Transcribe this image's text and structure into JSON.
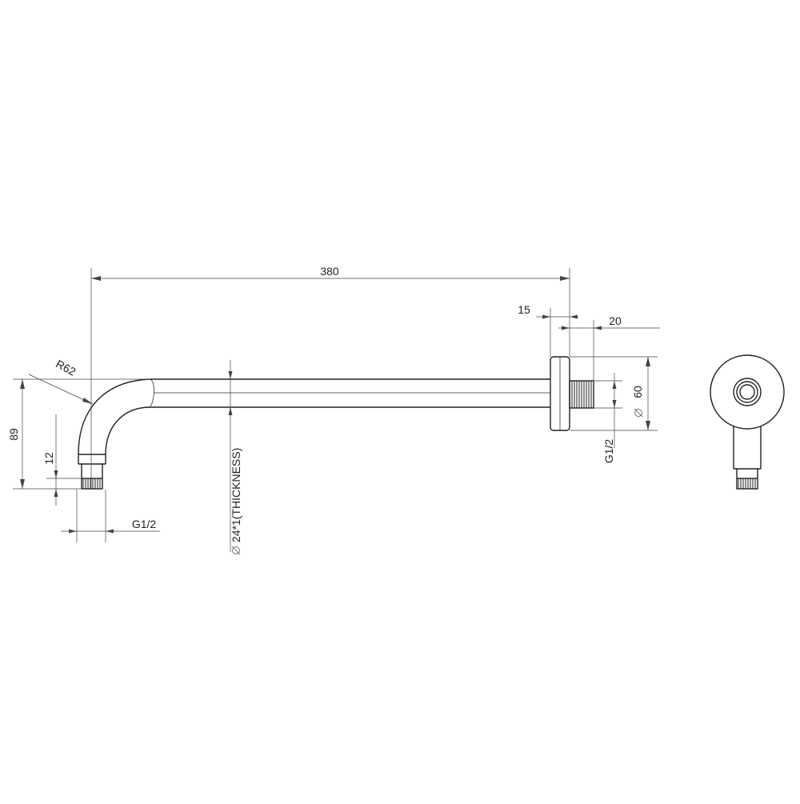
{
  "dimensions": {
    "overall_length": "380",
    "flange_thickness": "15",
    "thread_length_side": "20",
    "flange_diameter": "60",
    "thread_side": "G1/2",
    "bend_radius": "R62",
    "height": "89",
    "thread_length_bottom": "12",
    "thread_bottom": "G1/2",
    "tube": "24*1(THICKNESS)"
  },
  "icons": {
    "diameter_symbol": "diameter-symbol-icon"
  },
  "colors": {
    "line": "#222222",
    "background": "#ffffff"
  }
}
